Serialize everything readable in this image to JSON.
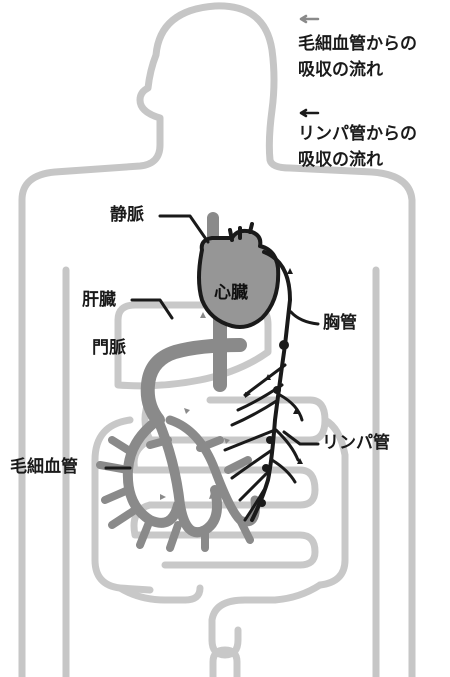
{
  "legend": {
    "blood": {
      "line1": "毛細血管からの",
      "line2": "吸収の流れ",
      "arrow_color": "#8a8a8a"
    },
    "lymph": {
      "line1": "リンパ管からの",
      "line2": "吸収の流れ",
      "arrow_color": "#1a1a1a"
    }
  },
  "labels": {
    "vein": "静脈",
    "liver": "肝臓",
    "portal_vein": "門脈",
    "heart": "心臓",
    "thoracic_duct": "胸管",
    "lymph_vessel": "リンパ管",
    "capillary": "毛細血管"
  },
  "colors": {
    "body_outline": "#c6c6c6",
    "organ_outline": "#c8c8c8",
    "vessel": "#8a8a8a",
    "heart": "#969696",
    "lymph": "#1a1a1a",
    "text": "#1a1a1a"
  }
}
